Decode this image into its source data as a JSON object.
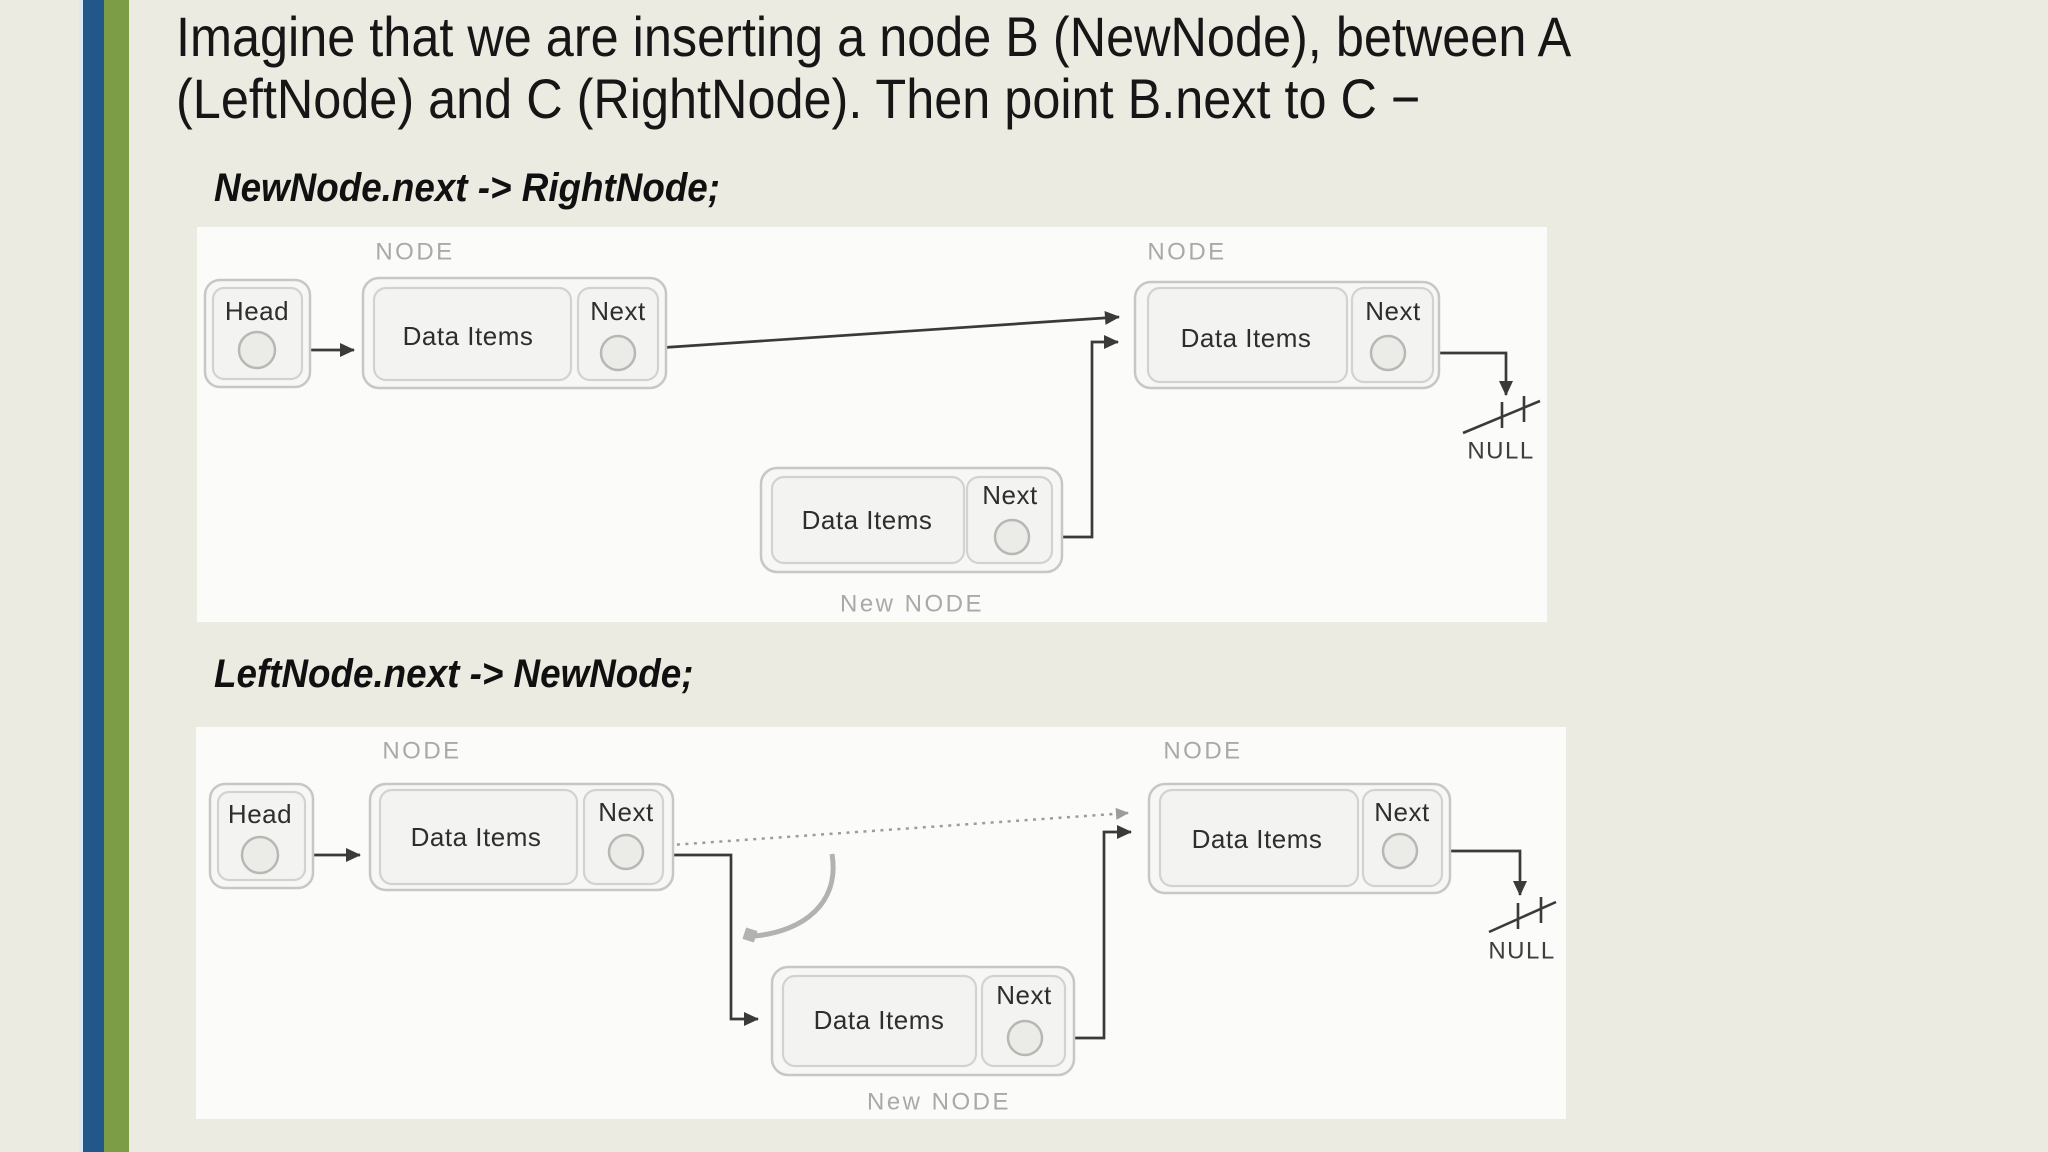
{
  "page": {
    "background_color": "#ecebe1",
    "accent_bars": {
      "lightblue": "#dbe8f6",
      "blue": "#235689",
      "green": "#7c9d45"
    }
  },
  "title": {
    "line1": "Imagine that we are inserting a node B (NewNode), between A",
    "line2": "(LeftNode) and C (RightNode). Then point B.next to C −"
  },
  "diagram1": {
    "code": "NewNode.next -> RightNode;",
    "head_label": "Head",
    "left_node_caption": "NODE",
    "right_node_caption": "NODE",
    "new_node_caption": "New NODE",
    "left_node": {
      "data_items": "Data Items",
      "next": "Next"
    },
    "new_node": {
      "data_items": "Data Items",
      "next": "Next"
    },
    "right_node": {
      "data_items": "Data Items",
      "next": "Next"
    },
    "null_label": "NULL"
  },
  "diagram2": {
    "code": "LeftNode.next -> NewNode;",
    "head_label": "Head",
    "left_node_caption": "NODE",
    "right_node_caption": "NODE",
    "new_node_caption": "New NODE",
    "left_node": {
      "data_items": "Data Items",
      "next": "Next"
    },
    "new_node": {
      "data_items": "Data Items",
      "next": "Next"
    },
    "right_node": {
      "data_items": "Data Items",
      "next": "Next"
    },
    "null_label": "NULL"
  }
}
